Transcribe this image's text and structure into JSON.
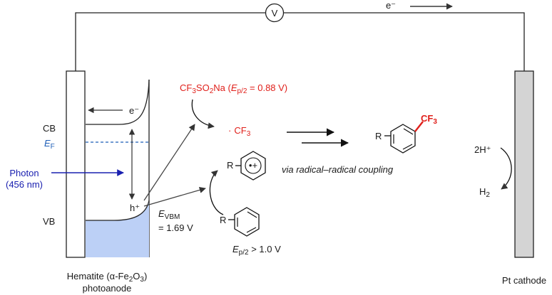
{
  "circuit": {
    "voltmeter_label": "V",
    "electron_flow_label": "e⁻"
  },
  "anode": {
    "name_line1_pre": "Hematite (",
    "name_line1_formula": "α-Fe",
    "name_line1_sub2": "2",
    "name_line1_o": "O",
    "name_line1_sub3": "3",
    "name_line1_post": ")",
    "name_line2": "photoanode"
  },
  "band": {
    "cb_label": "CB",
    "vb_label": "VB",
    "ef_main": "E",
    "ef_sub": "F",
    "electron_label": "e⁻",
    "hole_label": "h⁺",
    "photon_line1": "Photon",
    "photon_line2": "(456 nm)",
    "evbm_main": "E",
    "evbm_sub": "VBM",
    "evbm_value": "= 1.69 V",
    "colors": {
      "vb_fill": "#bcd0f6",
      "fermi": "#1f5fb8",
      "photon": "#1a20b0"
    }
  },
  "reaction": {
    "reagent_formula": "CF₃SO₂Na",
    "reagent_cf": "CF",
    "reagent_sub3": "3",
    "reagent_so": "SO",
    "reagent_sub2": "2",
    "reagent_na": "Na (",
    "reagent_e": "E",
    "reagent_esub": "p/2",
    "reagent_value": " = 0.88 V)",
    "radical_dot": "·",
    "radical_cf": "CF",
    "radical_sub3": "3",
    "cation_r": "R",
    "cation_charge": "•+",
    "substrate_r": "R",
    "substrate_e": "E",
    "substrate_esub": "p/2",
    "substrate_value": " > 1.0 V",
    "coupling_text": "via radical–radical coupling",
    "product_r": "R",
    "product_cf": "CF",
    "product_sub3": "3",
    "accent_color": "#e0201b"
  },
  "cathode": {
    "name": "Pt cathode",
    "reactant": "2H⁺",
    "product_h": "H",
    "product_sub": "2",
    "fill_color": "#d4d4d4"
  }
}
